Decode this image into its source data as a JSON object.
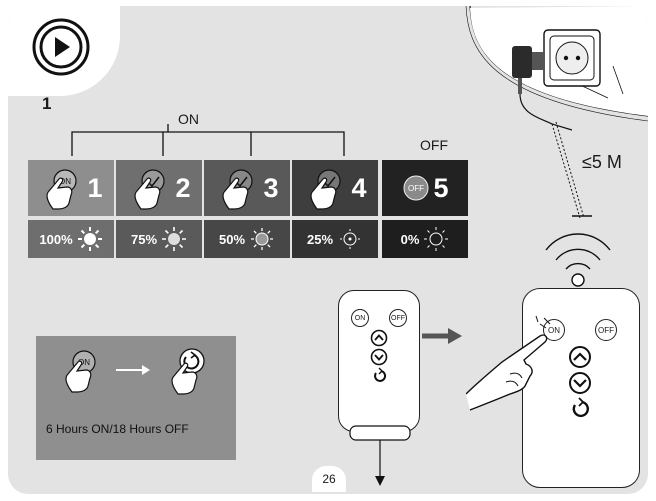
{
  "step_number": "1",
  "mode_group_label": "ON",
  "off_label": "OFF",
  "modes": [
    {
      "button": "ON",
      "number": "1",
      "level": "100%",
      "color": "#8e8e8e"
    },
    {
      "button": "",
      "number": "2",
      "level": "75%",
      "color": "#6f6f6f"
    },
    {
      "button": "",
      "number": "3",
      "level": "50%",
      "color": "#595959"
    },
    {
      "button": "",
      "number": "4",
      "level": "25%",
      "color": "#3e3e3e"
    },
    {
      "button": "OFF",
      "number": "5",
      "level": "0%",
      "color": "#222222"
    }
  ],
  "distance": "≤5 M",
  "timer": {
    "button": "ON",
    "caption": "6 Hours ON/18 Hours OFF"
  },
  "remote": {
    "on": "ON",
    "off": "OFF"
  },
  "page_number": "26"
}
